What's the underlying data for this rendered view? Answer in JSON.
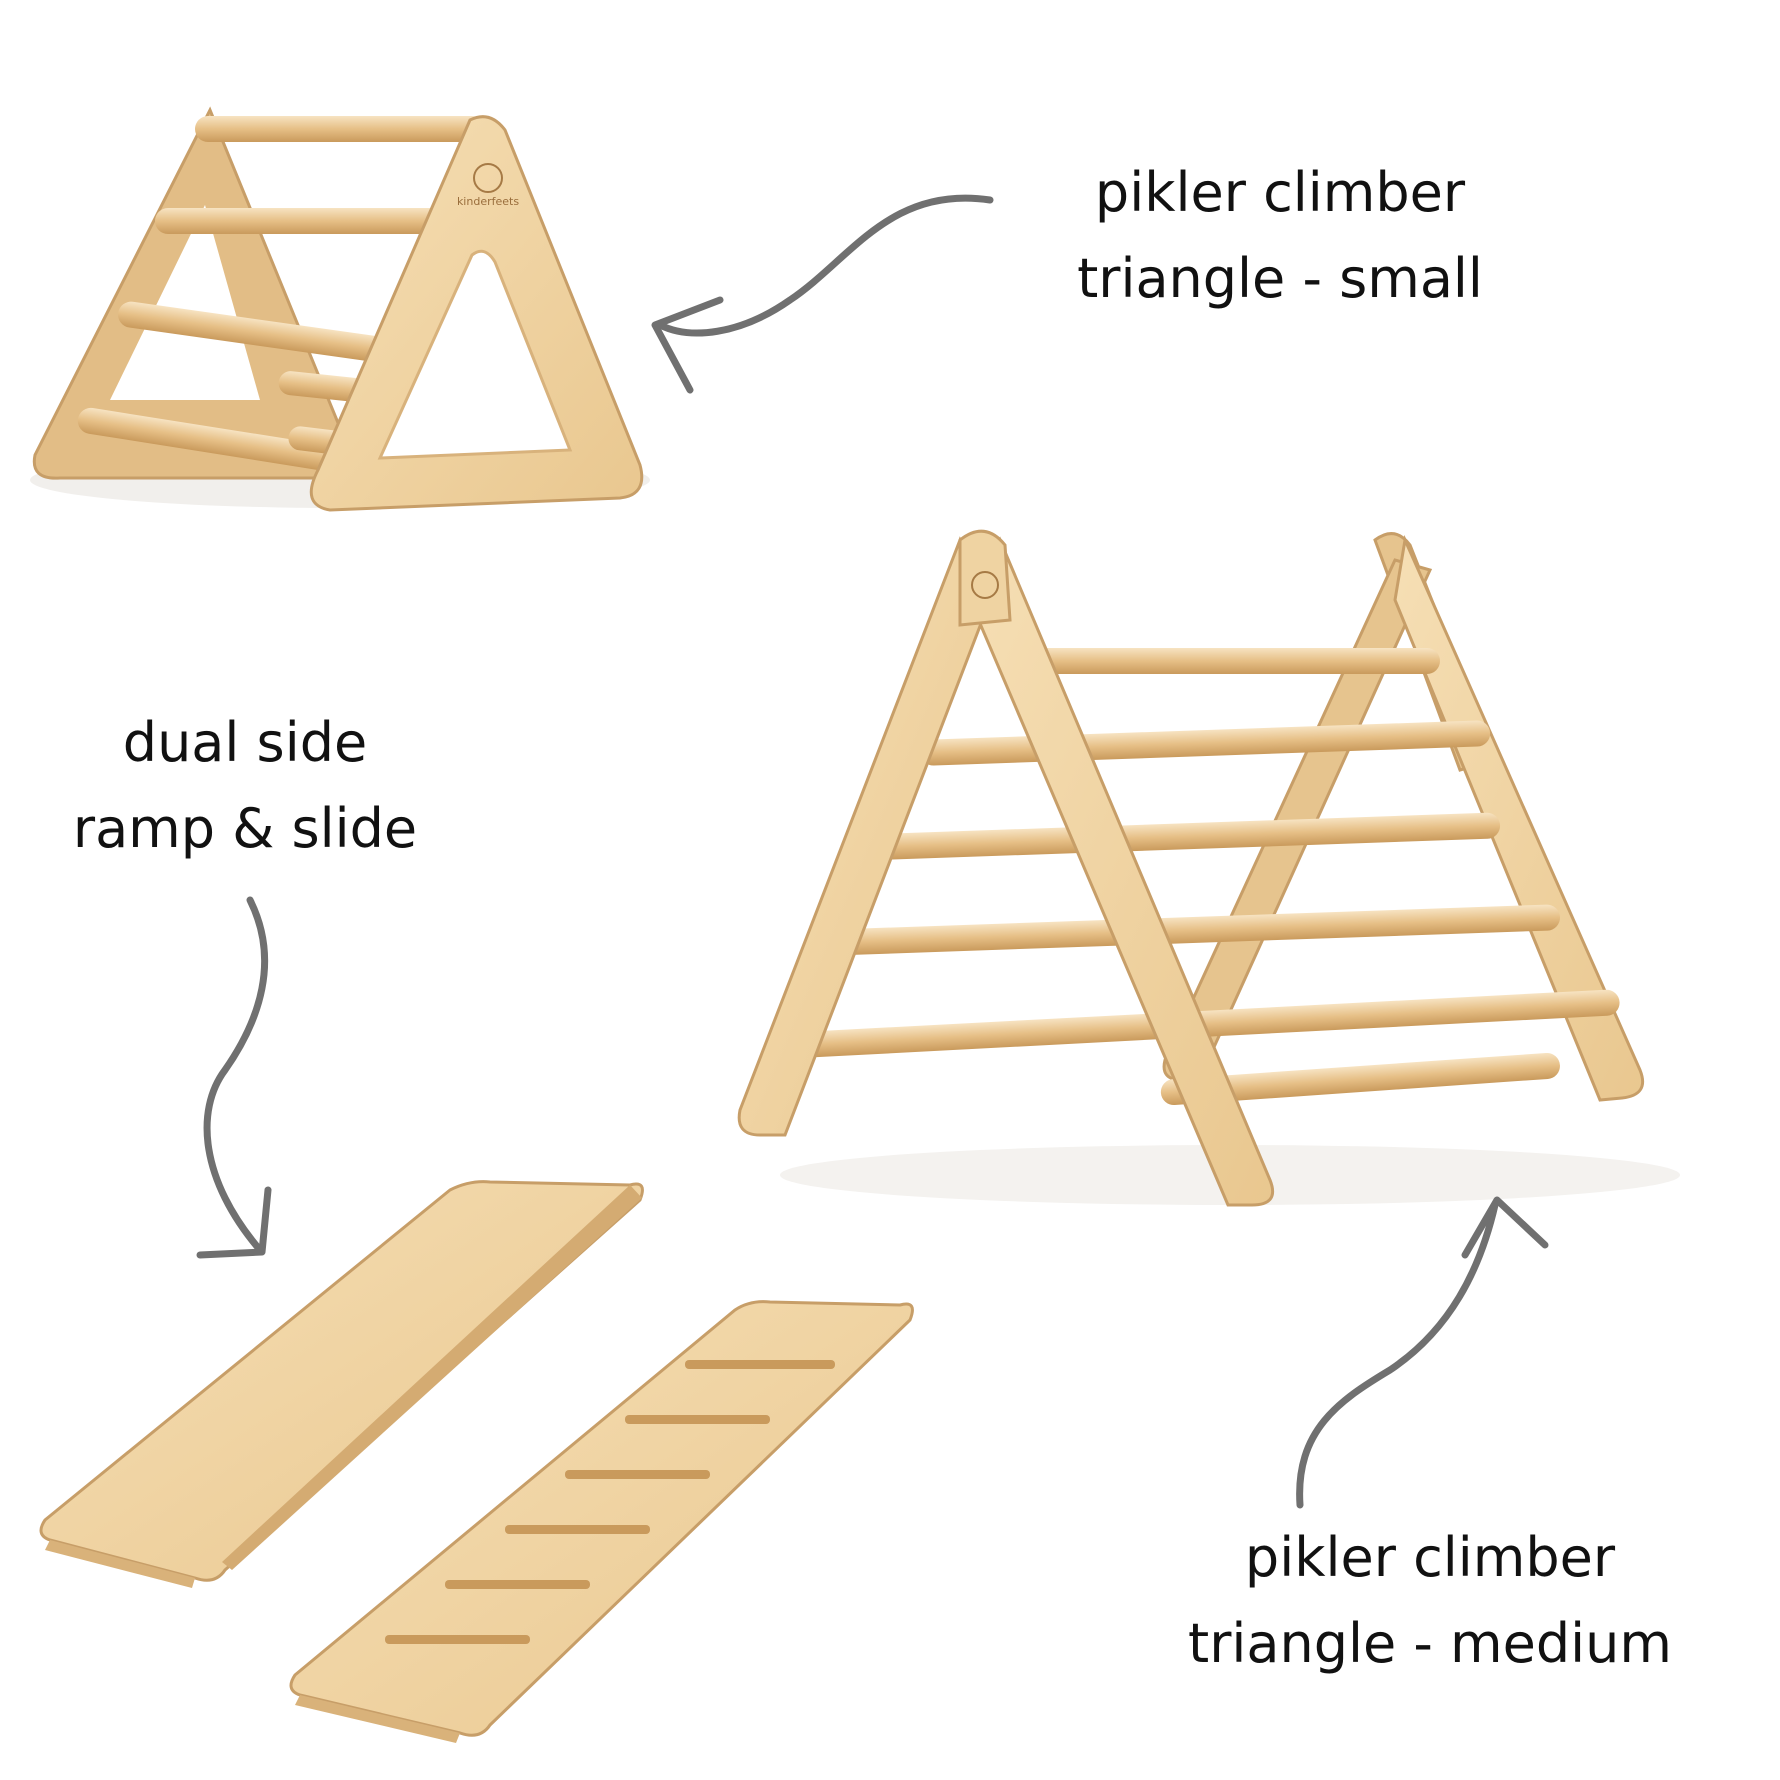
{
  "labels": {
    "small": {
      "line1": "pikler climber",
      "line2": "triangle - small"
    },
    "ramp": {
      "line1": "dual side",
      "line2": "ramp & slide"
    },
    "medium": {
      "line1": "pikler climber",
      "line2": "triangle - medium"
    }
  },
  "logo_text": "kinderfeets",
  "colors": {
    "background": "#ffffff",
    "wood_light": "#f2d7a8",
    "wood_mid": "#e8c48d",
    "wood_edge": "#c9a06a",
    "arrow": "#707070",
    "text": "#111111"
  }
}
